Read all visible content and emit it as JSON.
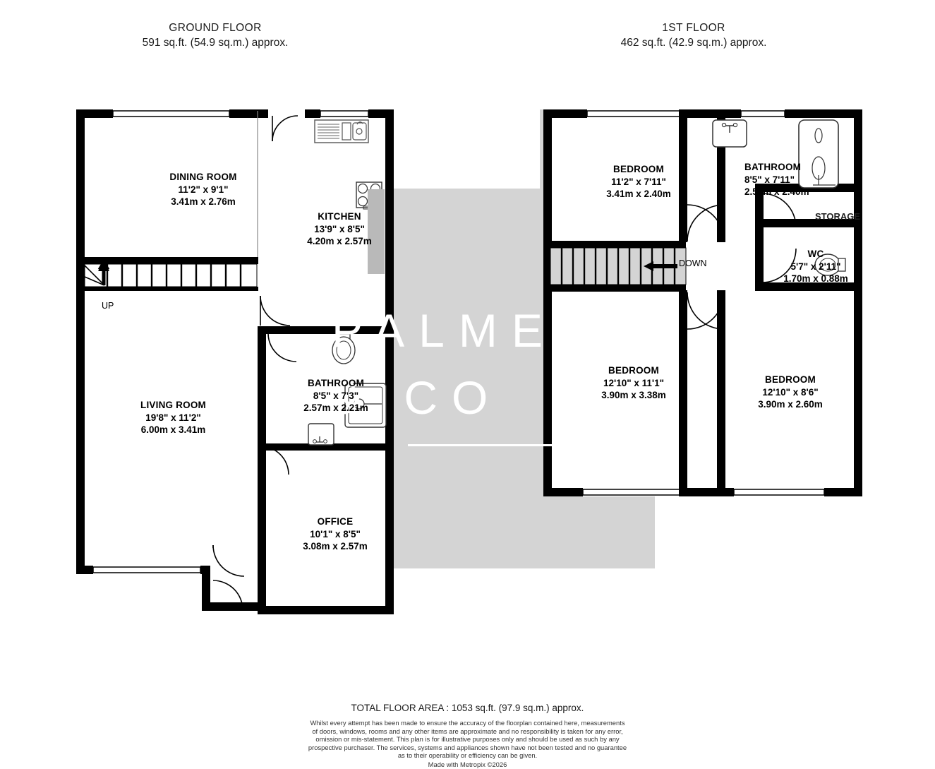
{
  "document": {
    "type": "floorplan",
    "watermark": {
      "line1": "PALMER",
      "line2": "& CO"
    }
  },
  "ground_floor": {
    "title": "GROUND FLOOR",
    "area": "591 sq.ft. (54.9 sq.m.) approx.",
    "stair_direction": "UP",
    "rooms": [
      {
        "name": "DINING ROOM",
        "imperial": "11'2\"  x 9'1\"",
        "metric": "3.41m  x 2.76m"
      },
      {
        "name": "KITCHEN",
        "imperial": "13'9\"  x 8'5\"",
        "metric": "4.20m  x 2.57m"
      },
      {
        "name": "LIVING ROOM",
        "imperial": "19'8\"  x 11'2\"",
        "metric": "6.00m  x 3.41m"
      },
      {
        "name": "BATHROOM",
        "imperial": "8'5\"  x 7'3\"",
        "metric": "2.57m  x 2.21m"
      },
      {
        "name": "OFFICE",
        "imperial": "10'1\"  x 8'5\"",
        "metric": "3.08m  x 2.57m"
      }
    ]
  },
  "first_floor": {
    "title": "1ST FLOOR",
    "area": "462 sq.ft. (42.9 sq.m.) approx.",
    "stair_direction": "DOWN",
    "storage_label": "STORAGE",
    "rooms": [
      {
        "name": "BEDROOM",
        "imperial": "11'2\"  x 7'11\"",
        "metric": "3.41m  x 2.40m"
      },
      {
        "name": "BATHROOM",
        "imperial": "8'5\"  x 7'11\"",
        "metric": "2.57m  x 2.40m"
      },
      {
        "name": "WC",
        "imperial": "5'7\"  x 2'11\"",
        "metric": "1.70m  x 0.88m"
      },
      {
        "name": "BEDROOM",
        "imperial": "12'10\"  x 11'1\"",
        "metric": "3.90m  x 3.38m"
      },
      {
        "name": "BEDROOM",
        "imperial": "12'10\"  x 8'6\"",
        "metric": "3.90m  x 2.60m"
      }
    ]
  },
  "footer": {
    "total_area": "TOTAL FLOOR AREA : 1053 sq.ft. (97.9 sq.m.) approx.",
    "disclaimer_lines": [
      "Whilst every attempt has been made to ensure the accuracy of the floorplan contained here, measurements",
      "of doors, windows, rooms and any other items are approximate and no responsibility is taken for any error,",
      "omission or mis-statement. This plan is for illustrative purposes only and should be used as such by any",
      "prospective purchaser. The services, systems and appliances shown have not been tested and no guarantee",
      "as to their operability or efficiency can be given."
    ],
    "made_with": "Made with Metropix ©2026"
  },
  "colors": {
    "wall": "#000000",
    "floor_fill": "#ffffff",
    "watermark_panel": "#d4d4d4",
    "watermark_text": "#ffffff",
    "text": "#000000"
  }
}
